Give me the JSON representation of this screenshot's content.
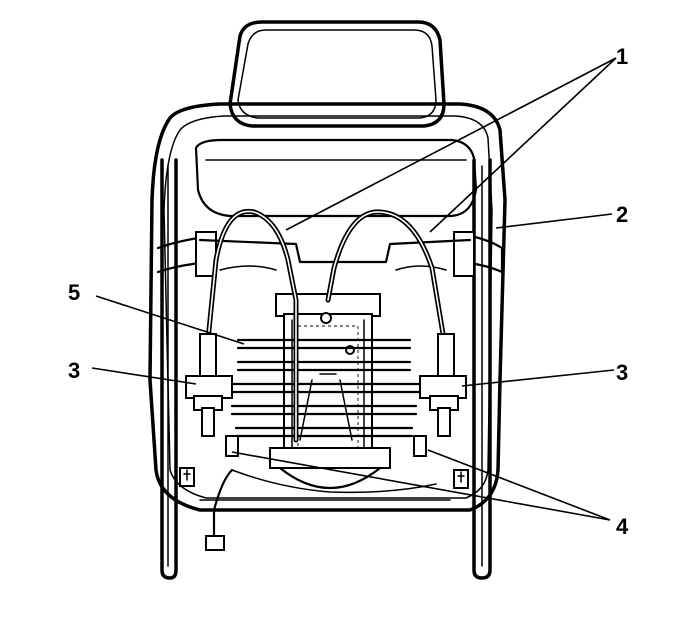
{
  "callouts": {
    "c1": "1",
    "c2": "2",
    "c3_left": "3",
    "c3_right": "3",
    "c4": "4",
    "c5": "5"
  }
}
